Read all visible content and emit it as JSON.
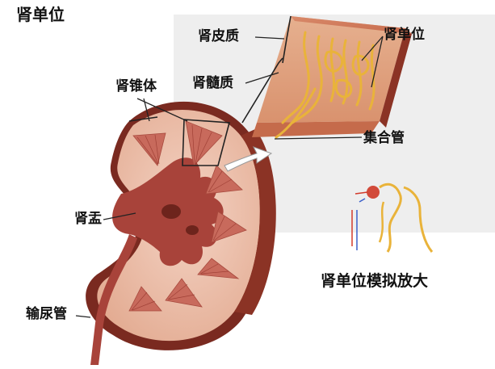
{
  "title": "肾单位",
  "labels": {
    "cortex": "肾皮质",
    "medulla": "肾髓质",
    "pyramid": "肾锥体",
    "nephron": "肾单位",
    "collecting_duct": "集合管",
    "renal_pelvis": "肾盂",
    "ureter": "输尿管",
    "model_caption": "肾单位模拟放大"
  },
  "colors": {
    "capsule": "#7a2a20",
    "cortex": "#e8b9a4",
    "pyramid": "#c86a5c",
    "pelvis": "#a8433a",
    "tubule": "#e9b33a",
    "inset_bg": "#eeeeee",
    "arrow_vein": "#3a5fc9",
    "arrow_artery": "#d23a2a"
  }
}
